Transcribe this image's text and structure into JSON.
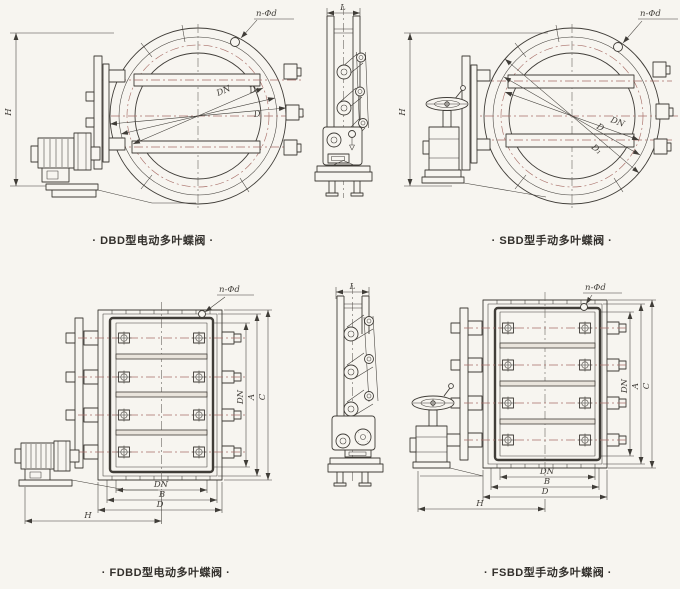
{
  "document": {
    "background": "#f7f5f0",
    "ink": "#403d38",
    "centerline": "#a86f68",
    "caption": "#33302c"
  },
  "labels": {
    "H": "H",
    "L": "L",
    "DN": "DN",
    "D": "D",
    "D1": "D₁",
    "A": "A",
    "B": "B",
    "C": "C",
    "bolt_holes": "n-Φd"
  },
  "drawings": {
    "dbd": {
      "caption": "·  DBD型电动多叶蝶阀  ·"
    },
    "sbd": {
      "caption": "·  SBD型手动多叶蝶阀  ·"
    },
    "fdbd": {
      "caption": "·  FDBD型电动多叶蝶阀  ·"
    },
    "fsbd": {
      "caption": "·  FSBD型手动多叶蝶阀  ·"
    }
  }
}
